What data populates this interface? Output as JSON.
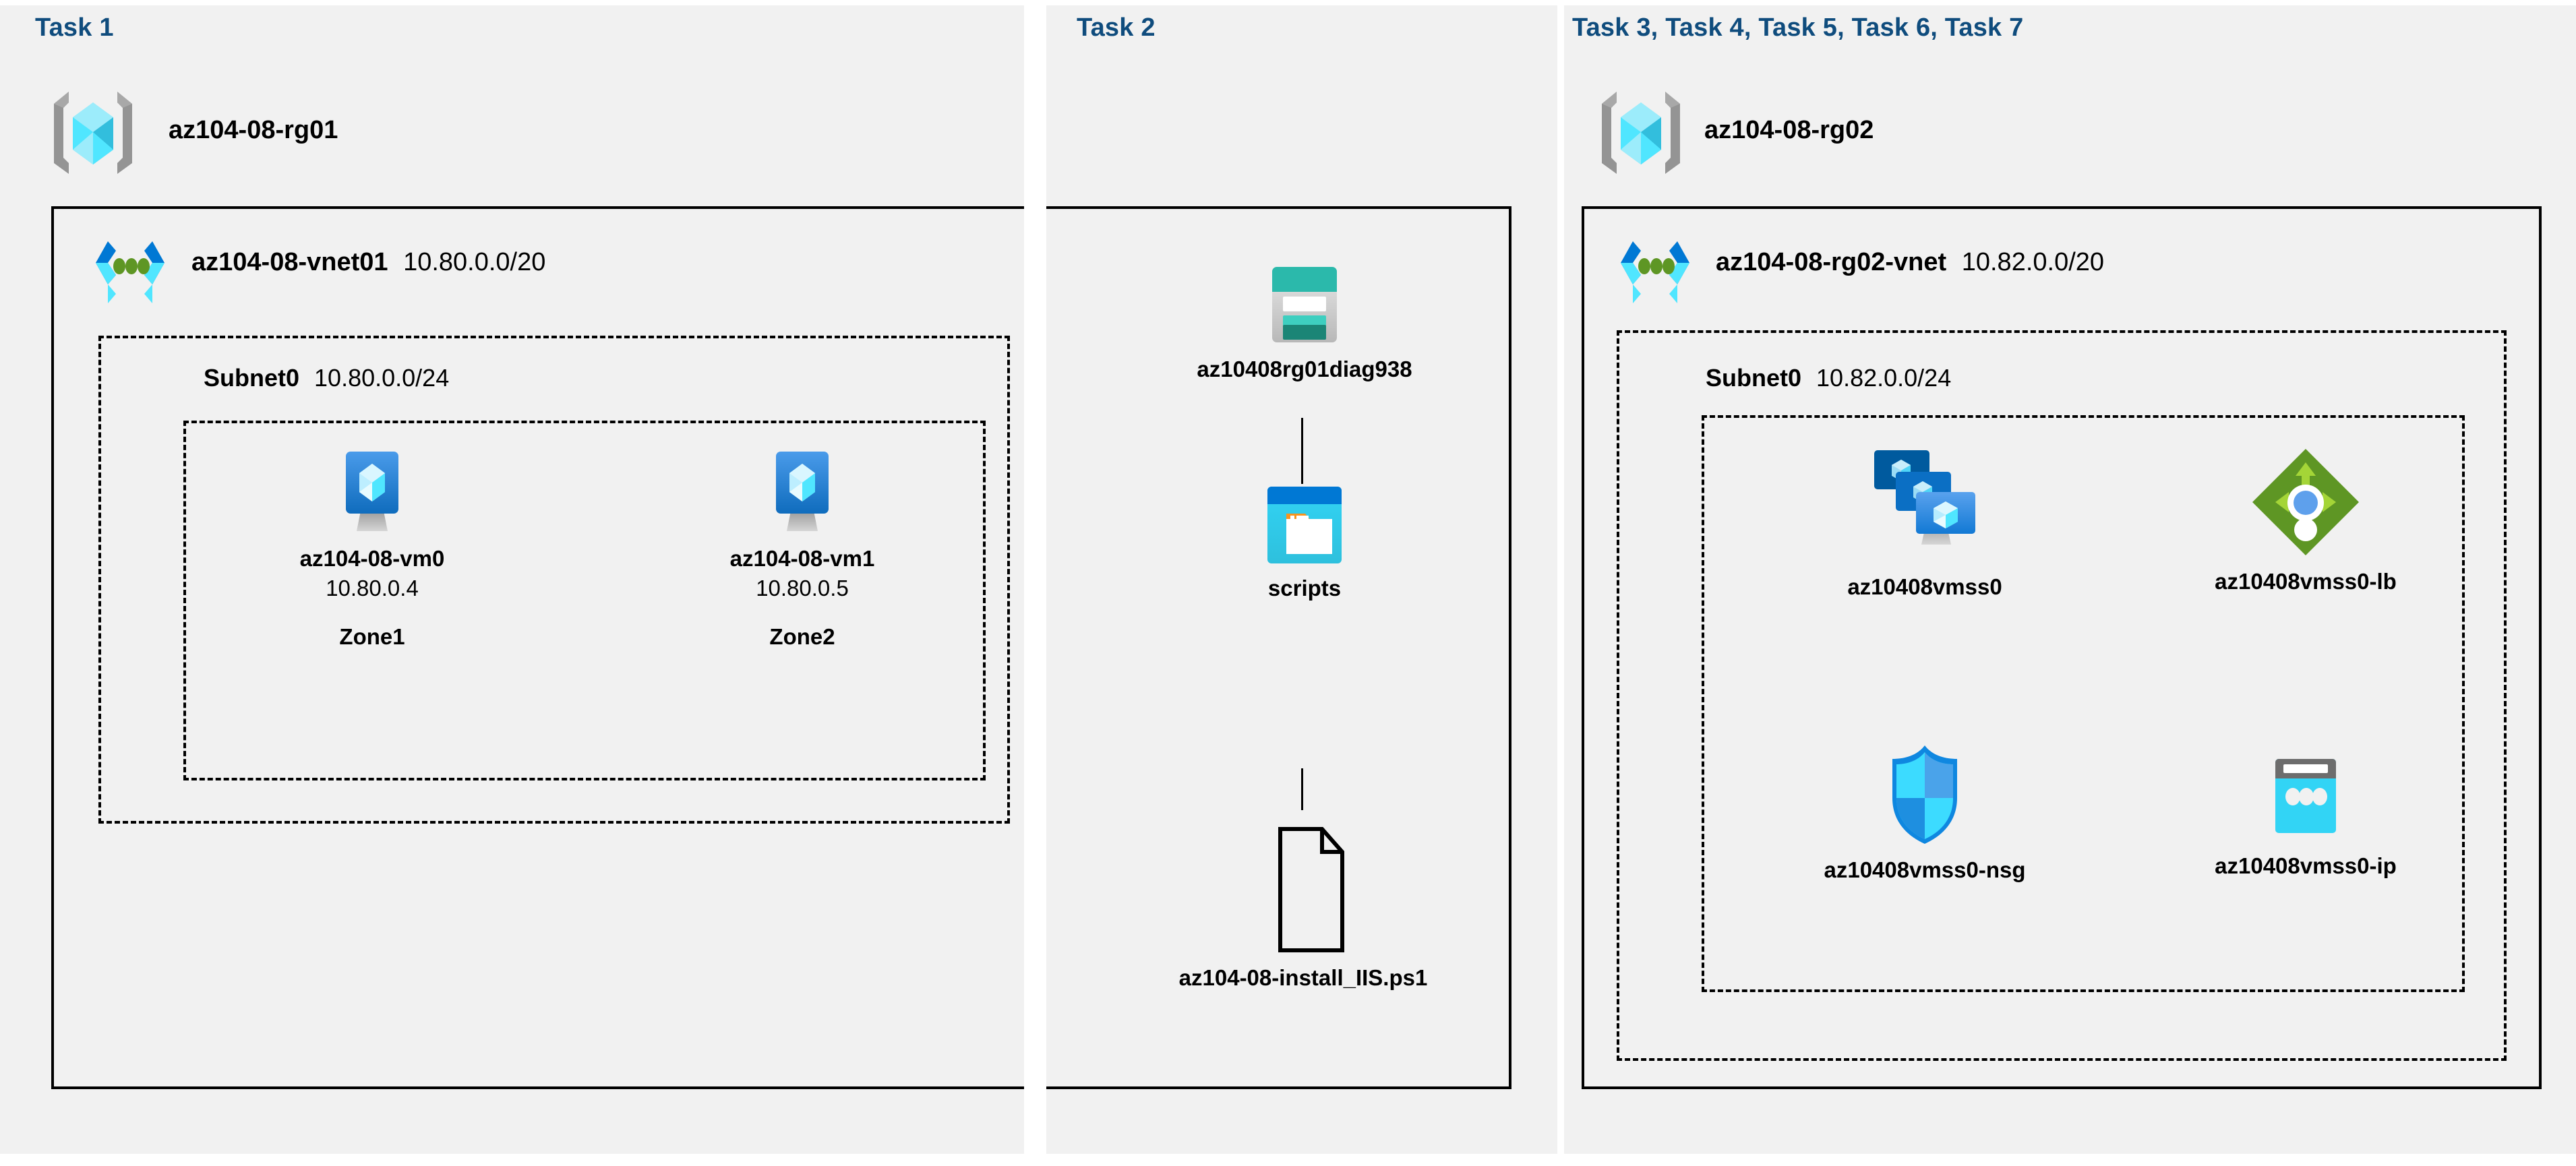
{
  "diagram": {
    "title_color": "#0f4c7d",
    "panels": [
      {
        "task_label": "Task 1"
      },
      {
        "task_label": "Task 2"
      },
      {
        "task_label": "Task 3, Task 4, Task 5, Task 6, Task 7"
      }
    ]
  },
  "task1": {
    "task_label": "Task 1",
    "resource_group": {
      "icon": "resource-group-icon",
      "name": "az104-08-rg01"
    },
    "vnet": {
      "icon": "virtual-network-icon",
      "name": "az104-08-vnet01",
      "cidr": "10.80.0.0/20"
    },
    "subnet": {
      "name": "Subnet0",
      "cidr": "10.80.0.0/24"
    },
    "vms": [
      {
        "icon": "virtual-machine-icon",
        "name": "az104-08-vm0",
        "ip": "10.80.0.4",
        "zone": "Zone1"
      },
      {
        "icon": "virtual-machine-icon",
        "name": "az104-08-vm1",
        "ip": "10.80.0.5",
        "zone": "Zone2"
      }
    ]
  },
  "task2": {
    "task_label": "Task 2",
    "storage_account": {
      "icon": "storage-account-icon",
      "name": "az10408rg01diag938"
    },
    "container": {
      "icon": "blob-container-icon",
      "name": "scripts"
    },
    "file": {
      "icon": "file-icon",
      "name": "az104-08-install_IIS.ps1"
    }
  },
  "task3to7": {
    "task_label": "Task 3, Task 4, Task 5, Task 6, Task 7",
    "resource_group": {
      "icon": "resource-group-icon",
      "name": "az104-08-rg02"
    },
    "vnet": {
      "icon": "virtual-network-icon",
      "name": "az104-08-rg02-vnet",
      "cidr": "10.82.0.0/20"
    },
    "subnet": {
      "name": "Subnet0",
      "cidr": "10.82.0.0/24"
    },
    "resources": [
      {
        "icon": "vm-scale-set-icon",
        "name": "az10408vmss0"
      },
      {
        "icon": "load-balancer-icon",
        "name": "az10408vmss0-lb"
      },
      {
        "icon": "network-security-group-icon",
        "name": "az10408vmss0-nsg"
      },
      {
        "icon": "public-ip-address-icon",
        "name": "az10408vmss0-ip"
      }
    ]
  },
  "colors": {
    "panel_bg": "#f1f1f1",
    "title_blue": "#0f4c7d",
    "azure_blue": "#0078d4",
    "cyan": "#32d4f5",
    "teal": "#2bb9ab",
    "green": "#5e9624",
    "orange": "#f7941e",
    "grey": "#949494"
  }
}
